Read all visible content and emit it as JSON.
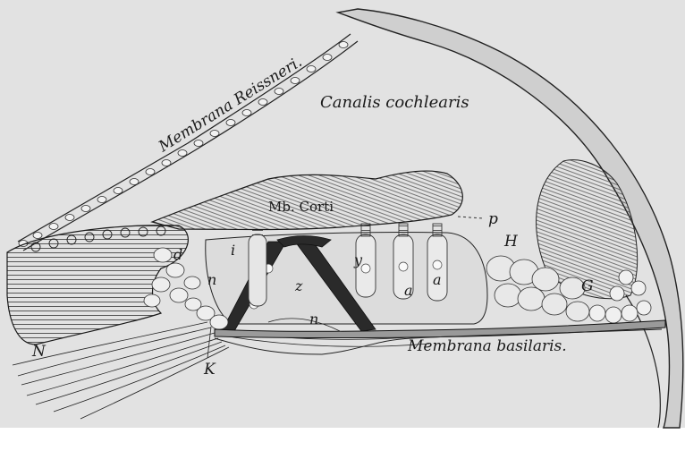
{
  "figure": {
    "labels": {
      "membrana_reissneri": "Membrana Reissneri.",
      "canalis_cochlearis": "Canalis cochlearis",
      "mb_corti": "Mb. Corti",
      "membrana_basilaris": "Membrana basilaris.",
      "p": "p",
      "H": "H",
      "G": "G",
      "d": "d",
      "n_upper": "n",
      "n_lower": "n",
      "i": "i",
      "z": "z",
      "y": "y",
      "a_left": "a",
      "a_right": "a",
      "N": "N",
      "K": "K"
    }
  }
}
